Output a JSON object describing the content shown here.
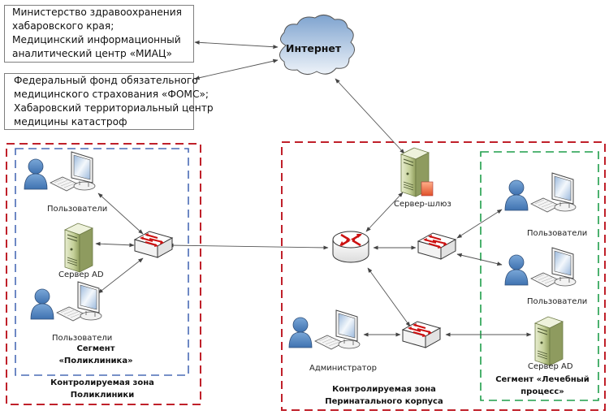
{
  "external": {
    "box1_lines": [
      "Министерство здравоохранения",
      "хабаровского края;",
      "Медицинский информационный",
      "аналитический центр «МИАЦ»"
    ],
    "box2_lines": [
      "Федеральный фонд обязательного",
      "медицинского страхования «ФОМС»;",
      "Хабаровский территориальный центр",
      "медицины катастроф"
    ]
  },
  "internet": {
    "label": "Интернет"
  },
  "polyclinic": {
    "users_top_label": "Пользователи",
    "server_label": "Сервер AD",
    "users_bottom_label": "Пользователи",
    "segment_label_lines": [
      "Сегмент",
      "«Поликлиника»"
    ],
    "zone_label_lines": [
      "Контролируемая зона",
      "Поликлиники"
    ]
  },
  "perinatal": {
    "gateway_label": "Сервер-шлюз",
    "admin_label": "Администратор",
    "zone_label_lines": [
      "Контролируемая зона",
      "Перинатального корпуса"
    ]
  },
  "medical_segment": {
    "users_top_label": "Пользователи",
    "users_bottom_label": "Пользователи",
    "server_label": "Сервер AD",
    "segment_label_lines": [
      "Сегмент «Лечебный",
      "процесс»"
    ]
  },
  "colors": {
    "zone_border": "#c0202a",
    "polyclinic_segment_border": "#4a6bb5",
    "medical_segment_border": "#1f9e4a",
    "device_arrow": "#cc1111",
    "user_blue": "#5b8ec9",
    "server_green": "#b6c48a"
  }
}
